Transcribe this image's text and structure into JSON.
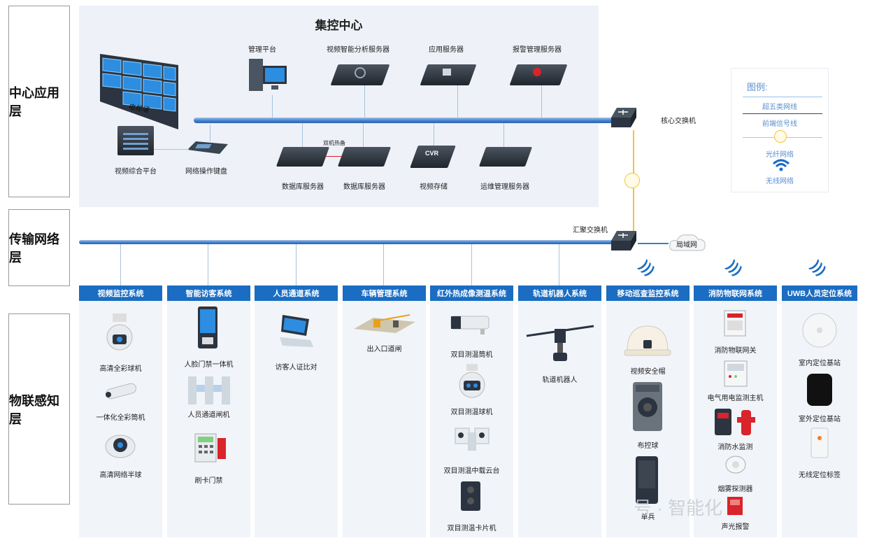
{
  "layers": {
    "center": "中心应用层",
    "network": "传输网络层",
    "iot": "物联感知层"
  },
  "center_panel": {
    "title": "集控中心",
    "devices": {
      "video_wall_text": "电视墙",
      "video_platform": "视频综合平台",
      "keyboard": "网络操作键盘",
      "mgmt_platform": "管理平台",
      "video_ai": "视频智能分析服务器",
      "app_server": "应用服务器",
      "alarm_server": "报警管理服务器",
      "hot_standby": "双机热备",
      "db1": "数据库服务器",
      "db2": "数据库服务器",
      "cvr_text": "CVR",
      "video_storage": "视频存储",
      "ops_server": "运维管理服务器"
    }
  },
  "network": {
    "core_switch": "核心交换机",
    "agg_switch": "汇聚交换机",
    "lan": "局域网"
  },
  "legend": {
    "title": "图例:",
    "items": [
      "超五类网线",
      "前端信号线",
      "光纤网络",
      "无线网络"
    ]
  },
  "systems": [
    {
      "name": "视频监控系统",
      "devices": [
        "高清全彩球机",
        "一体化全彩筒机",
        "高清网络半球"
      ]
    },
    {
      "name": "智能访客系统",
      "devices": [
        "人脸门禁一体机",
        "人员通道闸机",
        "刷卡门禁"
      ]
    },
    {
      "name": "人员通道系统",
      "devices": [
        "访客人证比对"
      ]
    },
    {
      "name": "车辆管理系统",
      "devices": [
        "出入口道闸"
      ]
    },
    {
      "name": "红外热成像测温系统",
      "devices": [
        "双目测温筒机",
        "双目测温球机",
        "双目测温中载云台",
        "双目测温卡片机"
      ]
    },
    {
      "name": "轨道机器人系统",
      "devices": [
        "轨道机器人"
      ]
    },
    {
      "name": "移动巡查监控系统",
      "devices": [
        "视频安全帽",
        "布控球",
        "单兵"
      ]
    },
    {
      "name": "消防物联网系统",
      "devices": [
        "消防物联网关",
        "电气用电监测主机",
        "消防水监测",
        "烟雾探测器",
        "声光报警"
      ]
    },
    {
      "name": "UWB人员定位系统",
      "devices": [
        "室内定位基站",
        "室外定位基站",
        "无线定位标签"
      ]
    }
  ],
  "watermark": "号 · 智能化",
  "colors": {
    "header_blue": "#1a6dc2",
    "bus_blue": "#3d7cc9",
    "fiber_yellow": "#f0c43a",
    "wifi_blue": "#1a6dc2"
  }
}
